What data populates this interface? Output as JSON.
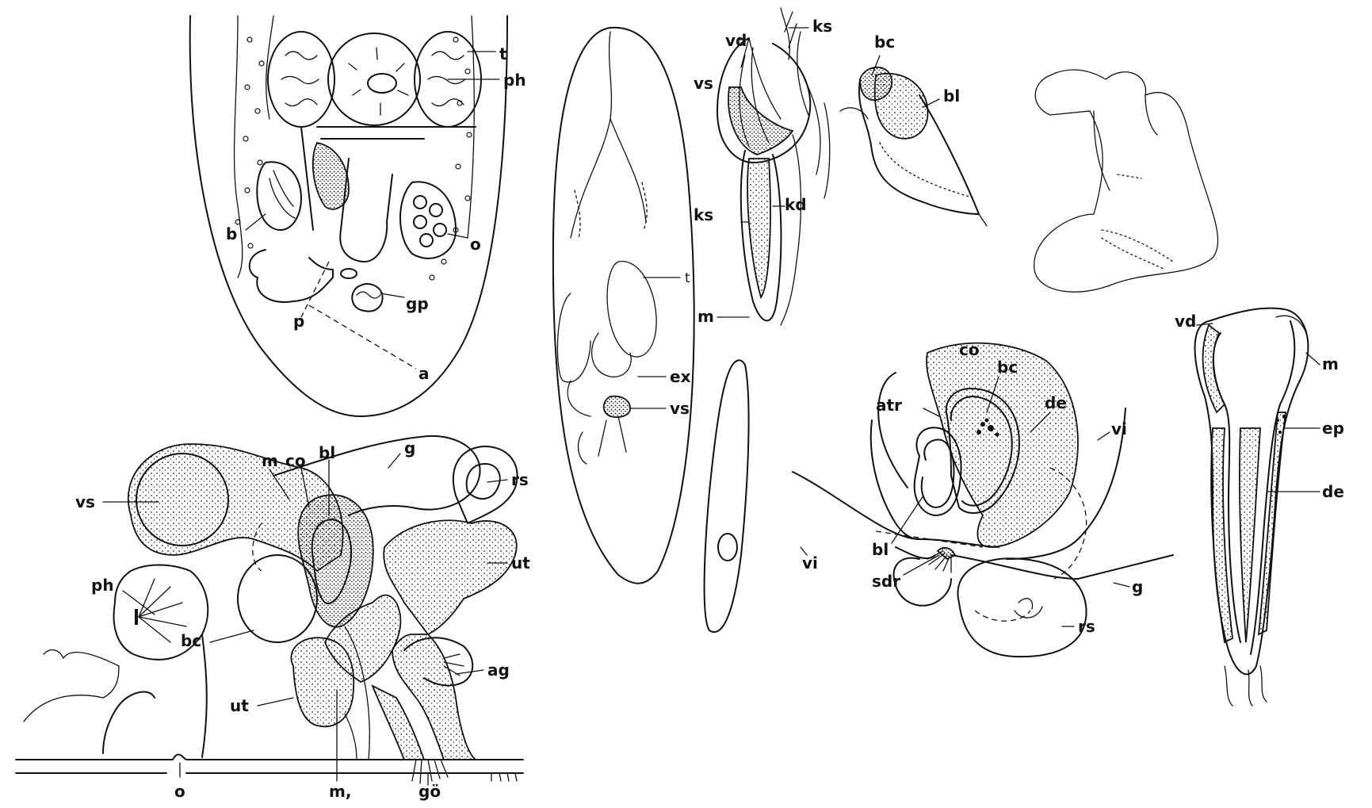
{
  "figure_top_left": {
    "labels": {
      "t": "t",
      "ph": "ph",
      "b": "b",
      "o": "o",
      "gp": "gp",
      "p": "p",
      "a": "a"
    }
  },
  "figure_elongate": {
    "labels": {
      "t": "t",
      "ex": "ex",
      "vs": "vs"
    }
  },
  "figure_top_center": {
    "labels": {
      "vd": "vd",
      "ks_top": "ks",
      "vs": "vs",
      "bc": "bc",
      "bl": "bl",
      "ks": "ks",
      "kd": "kd",
      "m": "m"
    }
  },
  "figure_bottom_left": {
    "labels": {
      "m": "m",
      "co": "co",
      "bl": "bl",
      "g": "g",
      "vs": "vs",
      "rs": "rs",
      "ph": "ph",
      "ut_right": "ut",
      "bc": "bc",
      "ag": "ag",
      "ut_left": "ut",
      "o": "o",
      "m1": "m,",
      "go": "gö"
    }
  },
  "figure_bottom_right": {
    "labels": {
      "co": "co",
      "bc": "bc",
      "atr": "atr",
      "de": "de",
      "vi_right": "vi",
      "vi_left": "vi",
      "bl": "bl",
      "sdr": "sdr",
      "g": "g",
      "rs": "rs"
    }
  },
  "figure_far_right": {
    "labels": {
      "vd": "vd",
      "m": "m",
      "ep": "ep",
      "de": "de"
    }
  }
}
